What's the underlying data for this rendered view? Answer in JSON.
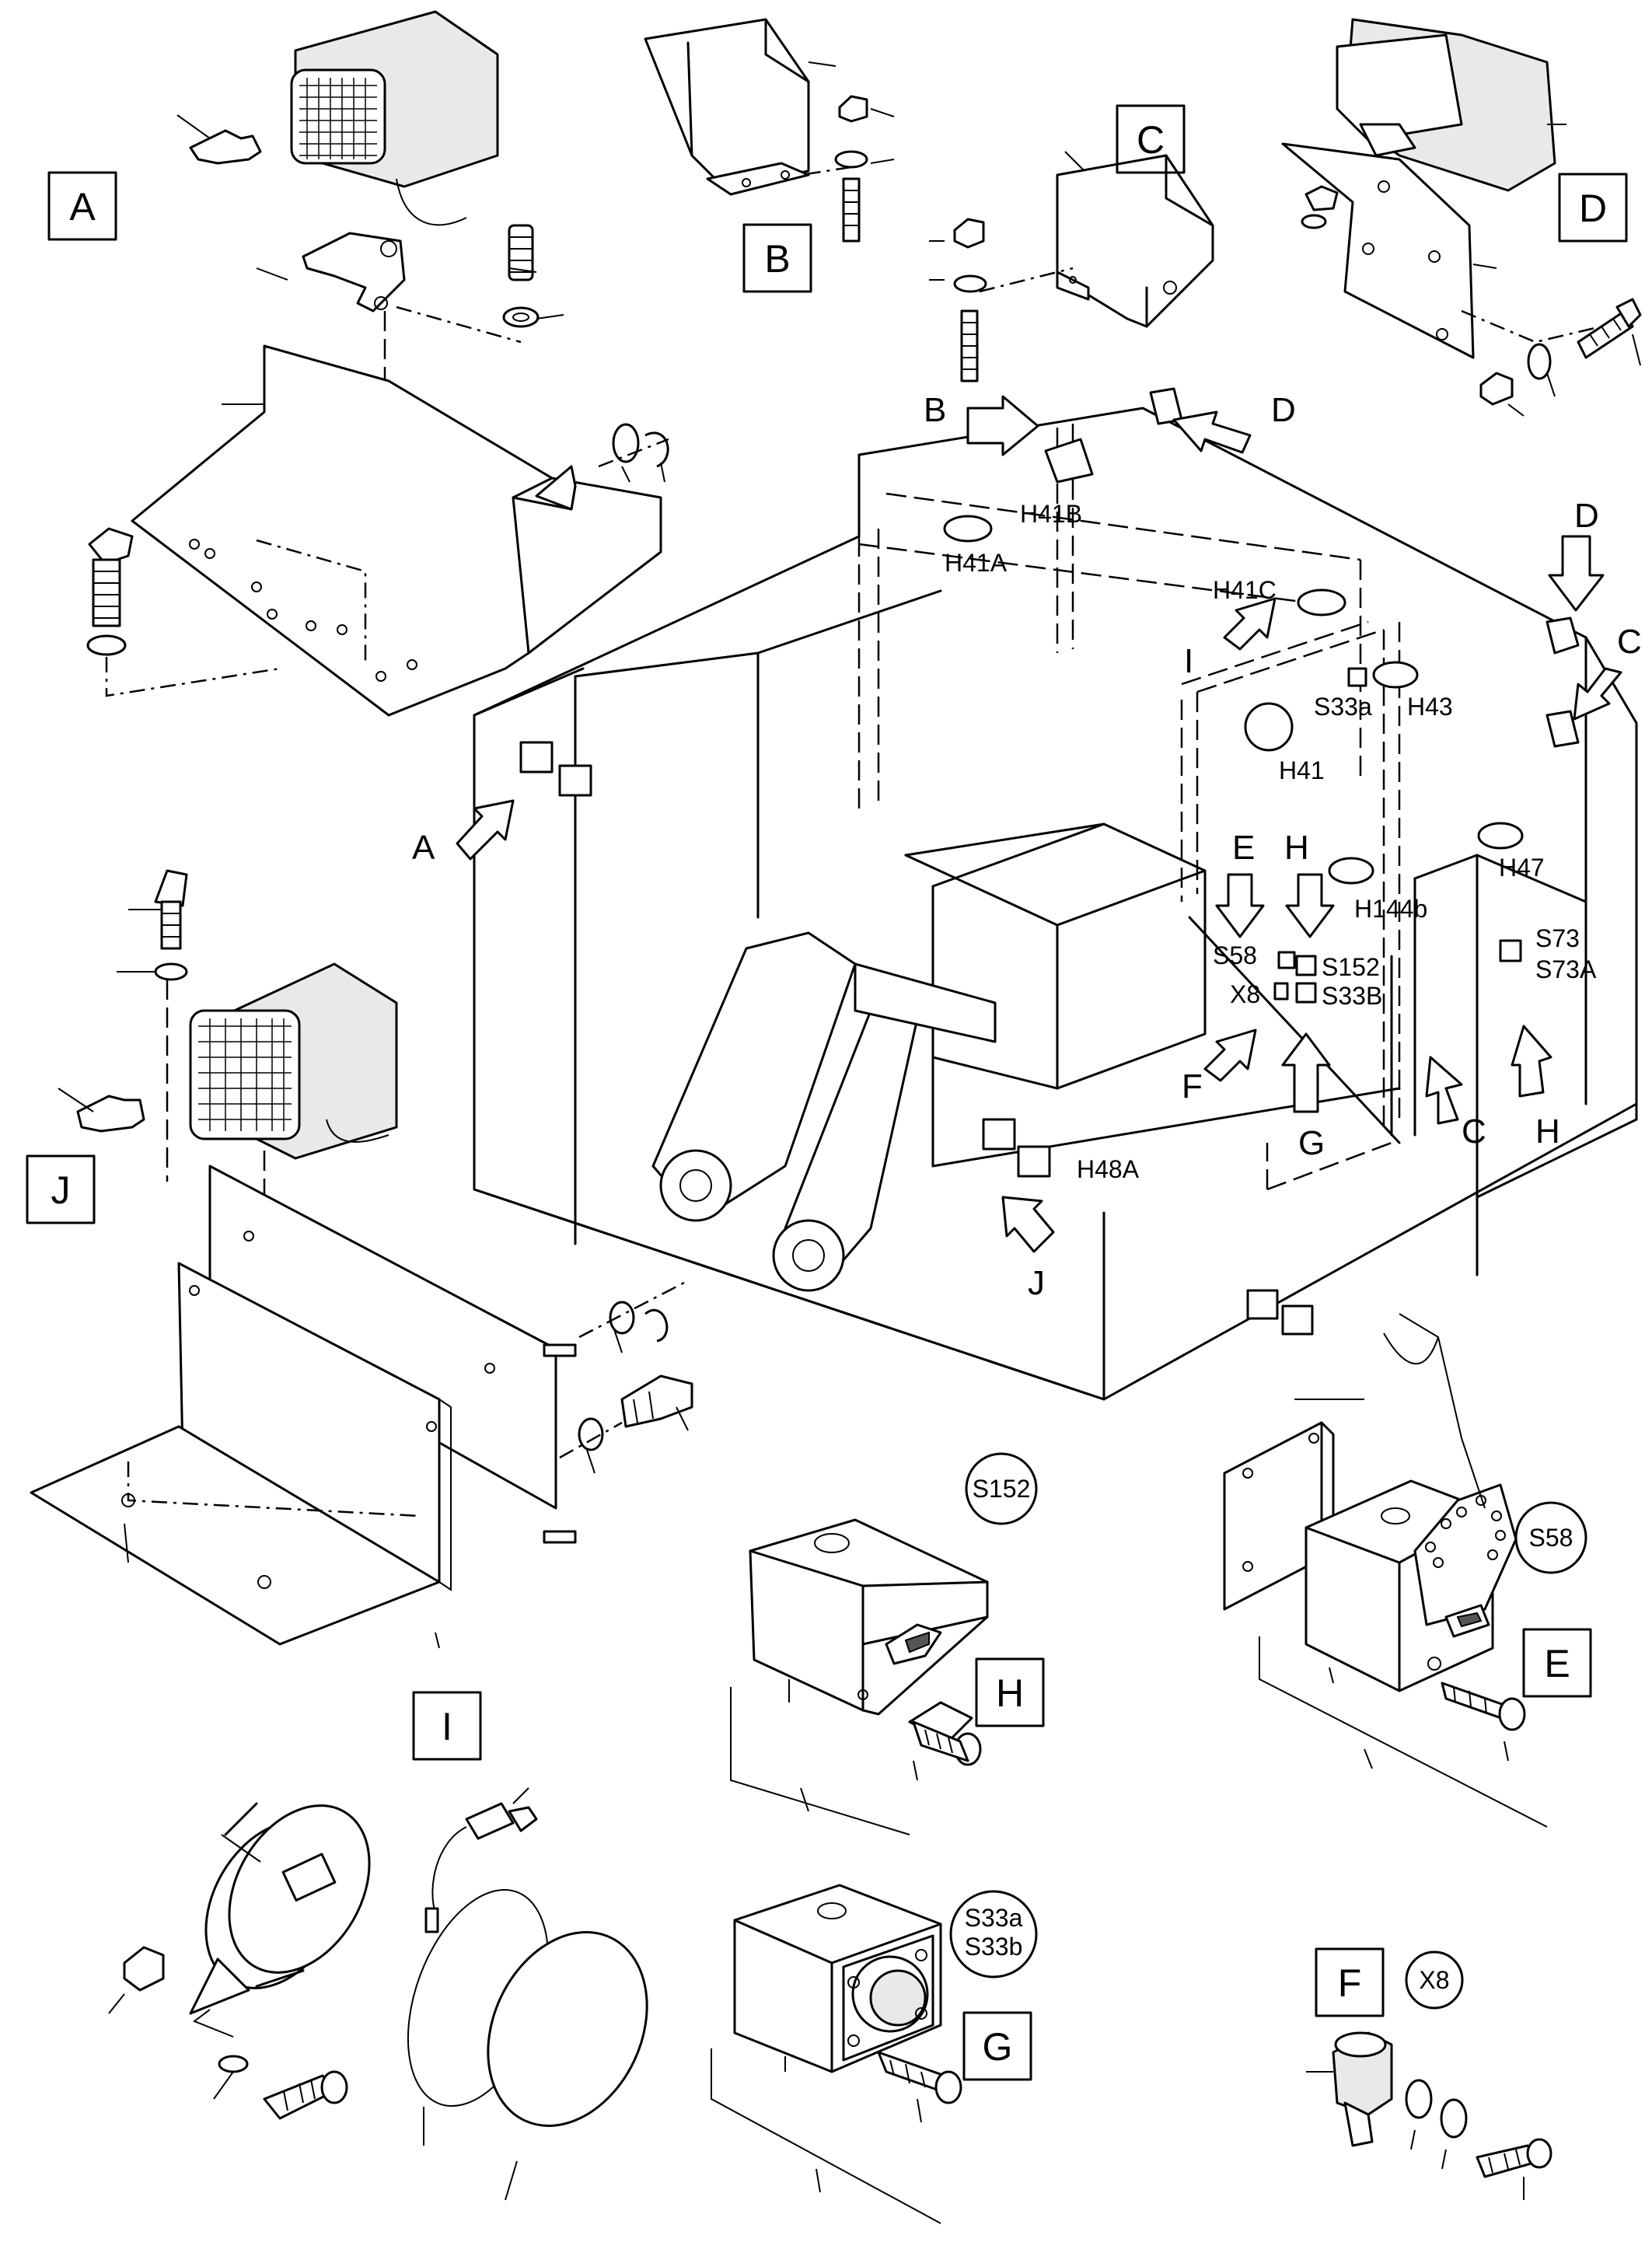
{
  "section_boxes": {
    "A": "A",
    "B": "B",
    "C": "C",
    "D": "D",
    "E": "E",
    "F": "F",
    "G": "G",
    "H": "H",
    "I": "I",
    "J": "J"
  },
  "detail_circles": {
    "s152": "S152",
    "s58": "S58",
    "s33_line1": "S33a",
    "s33_line2": "S33b",
    "x8": "X8"
  },
  "main_arrows": {
    "a": "A",
    "b": "B",
    "d_top": "D",
    "d_right": "D",
    "c_top": "C",
    "i": "I",
    "e": "E",
    "h_top": "H",
    "f": "F",
    "g": "G",
    "c_bottom": "C",
    "h_bottom": "H",
    "j": "J"
  },
  "component_codes": {
    "h41a": "H41A",
    "h41b": "H41B",
    "h41c": "H41C",
    "s33a": "S33a",
    "h43": "H43",
    "h41": "H41",
    "h47": "H47",
    "h144b": "H144b",
    "s58": "S58",
    "s152": "S152",
    "x8": "X8",
    "s33b": "S33B",
    "s73": "S73",
    "s73a": "S73A",
    "h48a": "H48A"
  },
  "colors": {
    "line": "#000000",
    "background": "#ffffff",
    "shade": "#e9e9e9"
  }
}
